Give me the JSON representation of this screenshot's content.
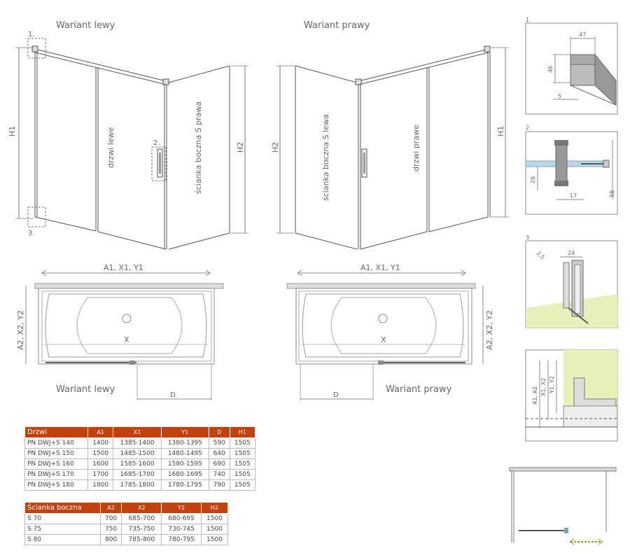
{
  "labels": {
    "variant_left": "Wariant lewy",
    "variant_right": "Wariant prawy",
    "h1": "H1",
    "h2": "H2",
    "doors_left": "drzwi lewe",
    "doors_right": "drzwi prawe",
    "side_right": "ścianka boczna S prawa",
    "side_left": "ścianka boczna S lewa",
    "mark1": "1.",
    "mark2": "2.",
    "mark3": "3.",
    "a1x1y1": "A1, X1, Y1",
    "a2x2y2": "A2, X2, Y2",
    "x": "X",
    "d": "D"
  },
  "details": {
    "d1": {
      "num": "1",
      "w": "47",
      "h": "46",
      "t": "5"
    },
    "d2": {
      "num": "2",
      "a": "26",
      "b": "17",
      "c": "58"
    },
    "d3": {
      "num": "3",
      "a": "2,5",
      "b": "24"
    },
    "d4": {
      "a1a2": "A1, A2",
      "x1x2": "X1, X2",
      "y1y2": "Y1, Y2"
    }
  },
  "doors_table": {
    "headers": [
      "Drzwi",
      "A1",
      "X1",
      "Y1",
      "D",
      "H1"
    ],
    "rows": [
      [
        "PN DWJ+S 140",
        "1400",
        "1385-1400",
        "1380-1395",
        "590",
        "1505"
      ],
      [
        "PN DWJ+S 150",
        "1500",
        "1485-1500",
        "1480-1495",
        "640",
        "1505"
      ],
      [
        "PN DWJ+S 160",
        "1600",
        "1585-1600",
        "1580-1595",
        "690",
        "1505"
      ],
      [
        "PN DWJ+S 170",
        "1700",
        "1685-1700",
        "1680-1695",
        "740",
        "1505"
      ],
      [
        "PN DWJ+S 180",
        "1800",
        "1785-1800",
        "1780-1795",
        "790",
        "1505"
      ]
    ]
  },
  "side_table": {
    "headers": [
      "Ścianka boczna",
      "A2",
      "X2",
      "Y2",
      "H2"
    ],
    "rows": [
      [
        "S 70",
        "700",
        "685-700",
        "680-695",
        "1500"
      ],
      [
        "S 75",
        "750",
        "735-750",
        "730-745",
        "1500"
      ],
      [
        "S 80",
        "800",
        "785-800",
        "780-795",
        "1500"
      ]
    ]
  },
  "colors": {
    "table_header": "#c2410c",
    "glass": "#e6f0b8",
    "accent_green": "#7ab317"
  }
}
